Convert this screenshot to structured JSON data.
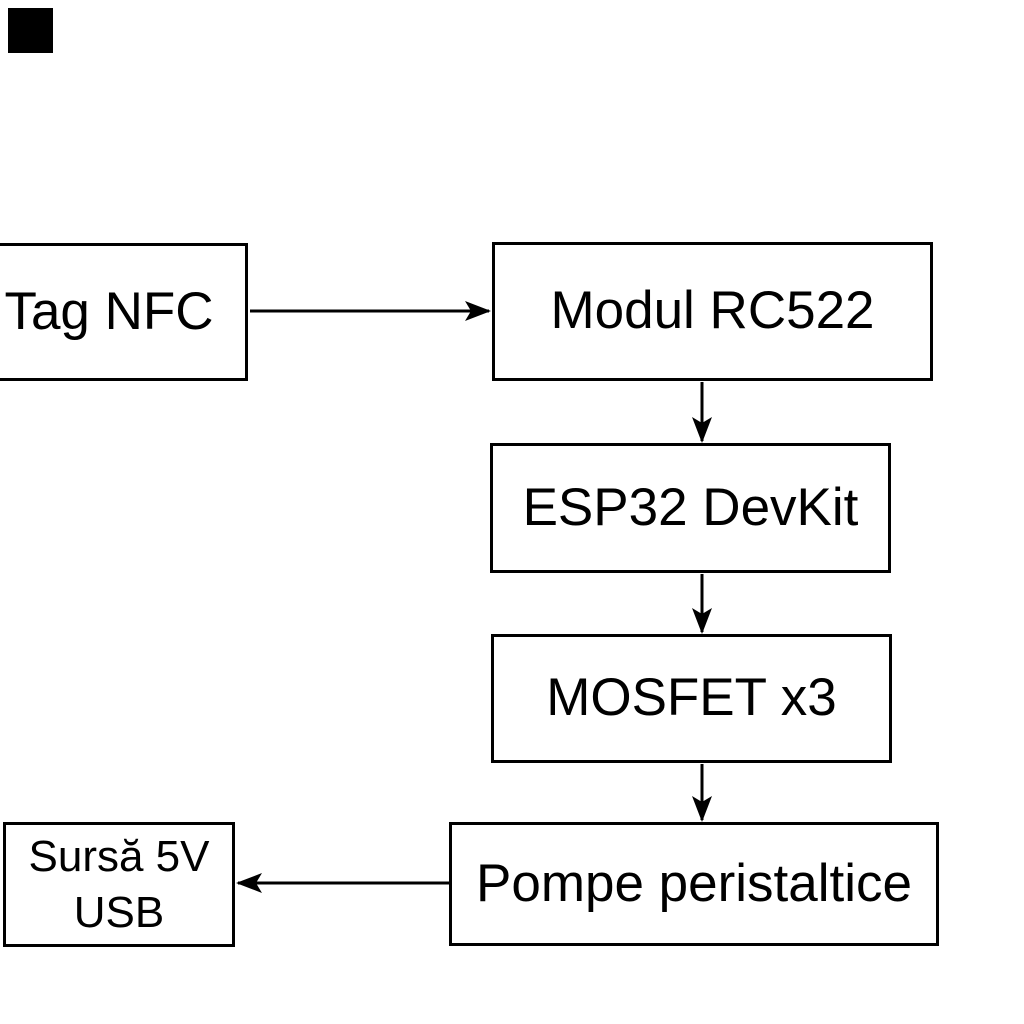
{
  "diagram": {
    "type": "flowchart",
    "background_color": "#ffffff",
    "node_fill_color": "#ffffff",
    "node_border_color": "#000000",
    "arrow_color": "#000000",
    "text_color": "#000000",
    "corner_square_color": "#000000",
    "nodes": [
      {
        "id": "tag-nfc",
        "label": "Tag NFC"
      },
      {
        "id": "modul-rc522",
        "label": "Modul RC522"
      },
      {
        "id": "esp32-devkit",
        "label": "ESP32 DevKit"
      },
      {
        "id": "mosfet-x3",
        "label": "MOSFET x3"
      },
      {
        "id": "pompe-peristaltice",
        "label": "Pompe peristaltice"
      },
      {
        "id": "sursa-5v-usb",
        "label_line1": "Sursă 5V",
        "label_line2": "USB"
      }
    ],
    "edges": [
      {
        "from": "tag-nfc",
        "to": "modul-rc522",
        "direction": "right"
      },
      {
        "from": "modul-rc522",
        "to": "esp32-devkit",
        "direction": "down"
      },
      {
        "from": "esp32-devkit",
        "to": "mosfet-x3",
        "direction": "down"
      },
      {
        "from": "mosfet-x3",
        "to": "pompe-peristaltice",
        "direction": "down"
      },
      {
        "from": "pompe-peristaltice",
        "to": "sursa-5v-usb",
        "direction": "left"
      }
    ]
  }
}
